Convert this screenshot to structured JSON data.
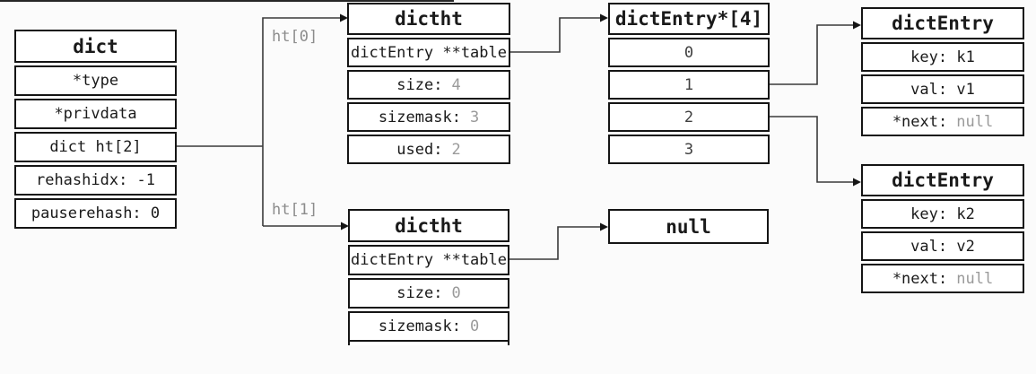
{
  "colors": {
    "background": "#fbfbfb",
    "cell_background": "#ffffff",
    "border": "#151515",
    "text": "#1a1a1a",
    "muted_value": "#9a9a9a",
    "edge_label": "#8c8c8c",
    "wire": "#3a3a3a"
  },
  "boxes": {
    "dict": {
      "title": "dict",
      "rows": [
        {
          "label": "*type"
        },
        {
          "label": "*privdata"
        },
        {
          "label": "dict ht[2]"
        },
        {
          "label": "rehashidx: -1"
        },
        {
          "label": "pauserehash: 0"
        }
      ]
    },
    "dictht0": {
      "title": "dictht",
      "rows": [
        {
          "label": "dictEntry **table"
        },
        {
          "label": "size:",
          "muted": "4"
        },
        {
          "label": "sizemask:",
          "muted": "3"
        },
        {
          "label": "used:",
          "muted": "2"
        }
      ]
    },
    "bucket_array": {
      "title": "dictEntry*[4]",
      "rows": [
        {
          "label": "0"
        },
        {
          "label": "1"
        },
        {
          "label": "2"
        },
        {
          "label": "3"
        }
      ]
    },
    "entry1": {
      "title": "dictEntry",
      "rows": [
        {
          "label": "key: k1"
        },
        {
          "label": "val: v1"
        },
        {
          "label": "*next:",
          "muted": "null"
        }
      ]
    },
    "entry2": {
      "title": "dictEntry",
      "rows": [
        {
          "label": "key: k2"
        },
        {
          "label": "val: v2"
        },
        {
          "label": "*next:",
          "muted": "null"
        }
      ]
    },
    "null_box": {
      "title": "null"
    },
    "dictht1": {
      "title": "dictht",
      "rows": [
        {
          "label": "dictEntry **table"
        },
        {
          "label": "size:",
          "muted": "0"
        },
        {
          "label": "sizemask:",
          "muted": "0"
        }
      ]
    }
  },
  "edge_labels": {
    "ht0": "ht[0]",
    "ht1": "ht[1]"
  },
  "edges": [
    {
      "from": "dict.dict ht[2]",
      "to": "dictht0",
      "label": "ht[0]"
    },
    {
      "from": "dict.dict ht[2]",
      "to": "dictht1",
      "label": "ht[1]"
    },
    {
      "from": "dictht0.table",
      "to": "bucket_array"
    },
    {
      "from": "bucket_array.1",
      "to": "entry1"
    },
    {
      "from": "bucket_array.2",
      "to": "entry2"
    },
    {
      "from": "dictht1.table",
      "to": "null_box"
    }
  ]
}
